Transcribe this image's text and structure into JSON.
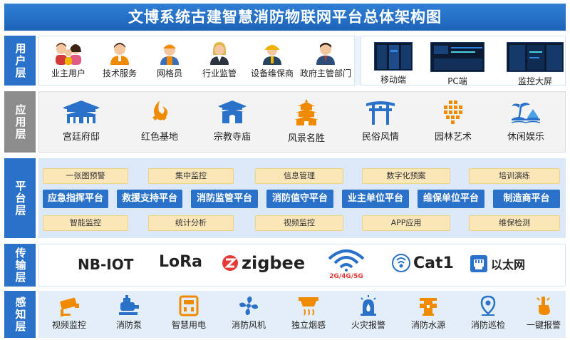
{
  "title": "文博系统古建智慧消防物联网平台总体架构图",
  "colors": {
    "primary": "#2a72c9",
    "accent": "#f08a00",
    "pill": "#fbe6b8",
    "grey": "#8c8c8c"
  },
  "layers": {
    "user": {
      "label": "用户层",
      "users": [
        {
          "label": "业主用户",
          "icon": "people-group-icon"
        },
        {
          "label": "技术服务",
          "icon": "technician-icon"
        },
        {
          "label": "网格员",
          "icon": "grid-staff-icon"
        },
        {
          "label": "行业监管",
          "icon": "supervisor-icon"
        },
        {
          "label": "设备维保商",
          "icon": "maintenance-worker-icon"
        },
        {
          "label": "政府主管部门",
          "icon": "government-official-icon"
        }
      ],
      "terminals": [
        {
          "label": "移动端",
          "icon": "mobile-screen-icon"
        },
        {
          "label": "PC端",
          "icon": "pc-screen-icon"
        },
        {
          "label": "监控大屏",
          "icon": "large-screen-icon"
        }
      ]
    },
    "application": {
      "label": "应用层",
      "items": [
        {
          "label": "宫廷府邸",
          "icon": "palace-icon"
        },
        {
          "label": "红色基地",
          "icon": "red-base-icon"
        },
        {
          "label": "宗教寺庙",
          "icon": "temple-icon"
        },
        {
          "label": "风景名胜",
          "icon": "pagoda-icon"
        },
        {
          "label": "民俗风情",
          "icon": "torii-gate-icon"
        },
        {
          "label": "园林艺术",
          "icon": "garden-icon"
        },
        {
          "label": "休闲娱乐",
          "icon": "island-icon"
        }
      ]
    },
    "platform": {
      "label": "平台层",
      "row1": [
        "一张图预警",
        "集中监控",
        "信息管理",
        "数字化预案",
        "培训演练"
      ],
      "row2": [
        "应急指挥平台",
        "救援支持平台",
        "消防监管平台",
        "消防值守平台",
        "业主单位平台",
        "维保单位平台",
        "制造商平台"
      ],
      "row3": [
        "智能监控",
        "统计分析",
        "视频监控",
        "APP应用",
        "维保检测"
      ]
    },
    "transport": {
      "label": "传输层",
      "items": [
        {
          "label": "NB-IOT",
          "icon": "nb-iot-logo"
        },
        {
          "label": "LoRa",
          "icon": "lora-logo"
        },
        {
          "label": "zigbee",
          "icon": "zigbee-logo"
        },
        {
          "label": "2G/4G/5G",
          "icon": "wireless-signal-icon"
        },
        {
          "label": "Cat1",
          "icon": "cat1-logo"
        },
        {
          "label": "以太网",
          "icon": "ethernet-icon"
        }
      ]
    },
    "sense": {
      "label": "感知层",
      "items": [
        {
          "label": "视频监控",
          "icon": "camera-icon"
        },
        {
          "label": "消防泵",
          "icon": "fire-pump-icon"
        },
        {
          "label": "智慧用电",
          "icon": "electric-meter-icon"
        },
        {
          "label": "消防风机",
          "icon": "fan-icon"
        },
        {
          "label": "独立烟感",
          "icon": "smoke-detector-icon"
        },
        {
          "label": "火灾报警",
          "icon": "fire-alarm-icon"
        },
        {
          "label": "消防水源",
          "icon": "hydrant-icon"
        },
        {
          "label": "消防巡检",
          "icon": "inspection-pin-icon"
        },
        {
          "label": "一键报警",
          "icon": "press-button-icon"
        }
      ]
    }
  }
}
